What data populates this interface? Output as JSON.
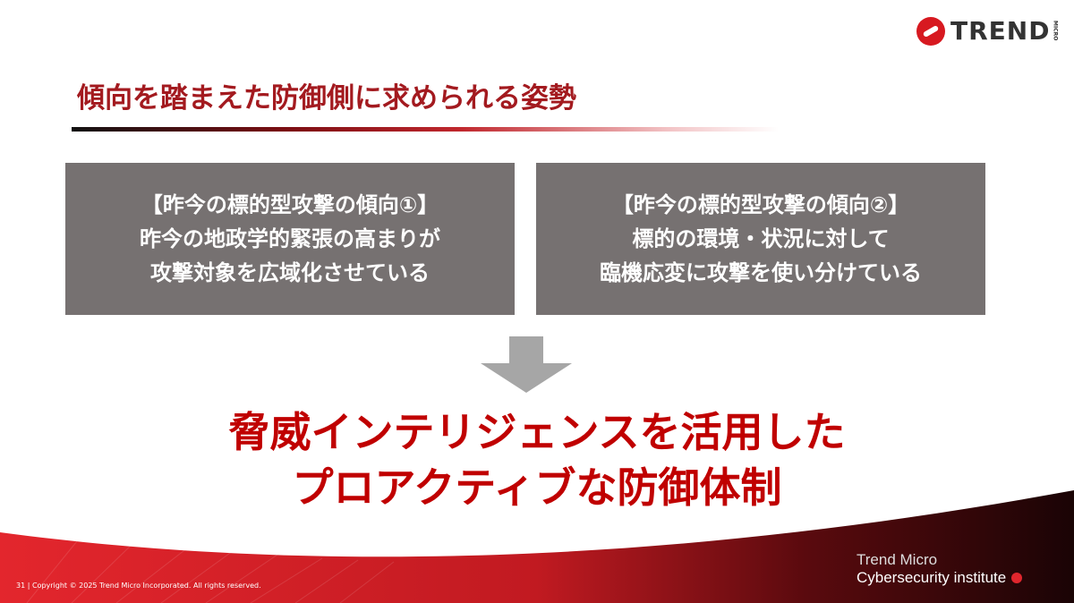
{
  "brand": {
    "logo_text": "TREND",
    "logo_sub": "MICRO",
    "logo_icon": "trend-micro-ball-icon",
    "accent": "#c00000"
  },
  "slide": {
    "title": "傾向を踏まえた防御側に求められる姿勢",
    "boxes": [
      {
        "heading": "【昨今の標的型攻撃の傾向①】",
        "lines": [
          "昨今の地政学的緊張の高まりが",
          "攻撃対象を広域化させている"
        ]
      },
      {
        "heading": "【昨今の標的型攻撃の傾向②】",
        "lines": [
          "標的の環境・状況に対して",
          "臨機応変に攻撃を使い分けている"
        ]
      }
    ],
    "arrow_icon": "down-arrow-icon",
    "conclusion": [
      "脅威インテリジェンスを活用した",
      "プロアクティブな防御体制"
    ]
  },
  "footer": {
    "copyright": "31 | Copyright © 2025 Trend Micro Incorporated. All rights reserved.",
    "institute_line1": "Trend Micro",
    "institute_line2": "Cybersecurity institute"
  }
}
